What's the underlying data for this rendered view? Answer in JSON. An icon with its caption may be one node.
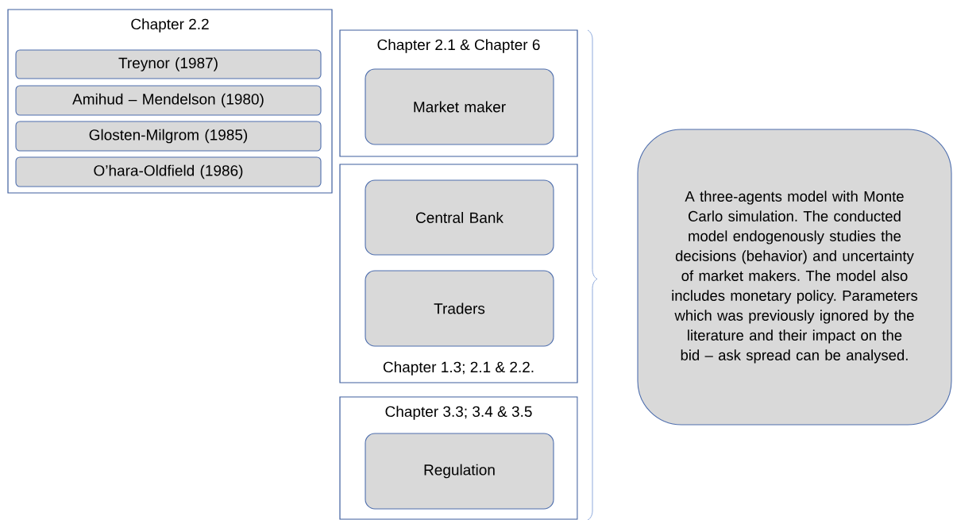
{
  "diagram": {
    "nodes": [
      {
        "text": [
          "Chapter 2.2"
        ]
      },
      {
        "text": [
          "Treynor (1987)"
        ],
        "in": 0
      },
      {
        "text": [
          "Amihud – Mendelson (1980)"
        ],
        "in": 0
      },
      {
        "text": [
          "Glosten-Milgrom (1985)"
        ],
        "in": 0
      },
      {
        "text": [
          "O’hara-Oldfield (1986)"
        ],
        "in": 0
      },
      {
        "text": [
          "Chapter 2.1 & Chapter 6"
        ]
      },
      {
        "text": [
          "Market maker"
        ],
        "in": 5
      },
      {
        "text": [
          "Chapter 1.3; 2.1 & 2.2."
        ]
      },
      {
        "text": [
          "Central Bank"
        ],
        "in": 7
      },
      {
        "text": [
          "Traders"
        ],
        "in": 7
      },
      {
        "text": [
          "Chapter 3.3; 3.4 & 3.5"
        ]
      },
      {
        "text": [
          "Regulation"
        ],
        "in": 10
      },
      {
        "text": [
          "A three-agents model with Monte Carlo simulation. The conducted model endogenously studies the decisions (behavior) and uncertainty of market makers. The model also includes monetary policy. Parameters which was previously ignored by the literature and their impact on the bid – ask spread can be analysed."
        ]
      }
    ],
    "edges": []
  }
}
